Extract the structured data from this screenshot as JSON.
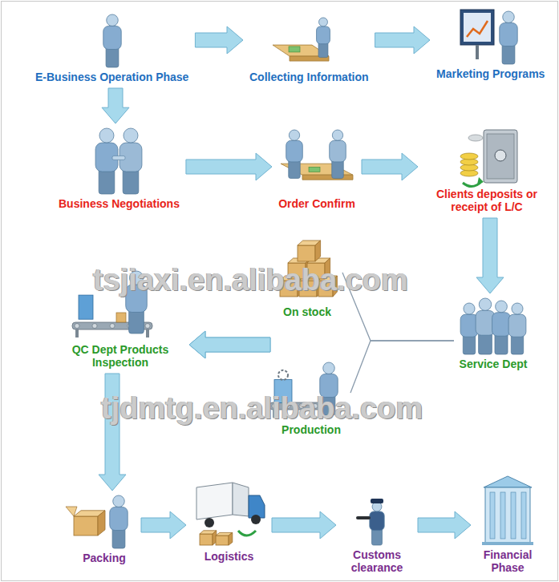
{
  "diagram": {
    "nodes": [
      {
        "text": [
          "E-Business Operation Phase"
        ]
      },
      {
        "text": [
          "Collecting Information"
        ]
      },
      {
        "text": [
          "Marketing Programs"
        ]
      },
      {
        "text": [
          "Business Negotiations"
        ]
      },
      {
        "text": [
          "Order Confirm"
        ]
      },
      {
        "text": [
          "Clients deposits or receipt of L/C"
        ]
      },
      {
        "text": [
          "On stock"
        ]
      },
      {
        "text": [
          "QC Dept Products Inspection"
        ]
      },
      {
        "text": [
          "Service Dept"
        ]
      },
      {
        "text": [
          "Production"
        ]
      },
      {
        "text": [
          "Packing"
        ]
      },
      {
        "text": [
          "Logistics"
        ]
      },
      {
        "text": [
          "Customs clearance"
        ]
      },
      {
        "text": [
          "Financial Phase"
        ]
      }
    ],
    "edges": [
      {
        "from": 0,
        "to": 1,
        "arrow": "to"
      },
      {
        "from": 1,
        "to": 2,
        "arrow": "to"
      },
      {
        "from": 0,
        "to": 3,
        "arrow": "to"
      },
      {
        "from": 3,
        "to": 4,
        "arrow": "to"
      },
      {
        "from": 4,
        "to": 5,
        "arrow": "to"
      },
      {
        "from": 5,
        "to": 8,
        "arrow": "to"
      },
      {
        "from": 8,
        "to": 6,
        "arrow": "none"
      },
      {
        "from": 8,
        "to": 9,
        "arrow": "none"
      },
      {
        "from": 6,
        "to": 7,
        "arrow": "to"
      },
      {
        "from": 9,
        "to": 7,
        "arrow": "to"
      },
      {
        "from": 7,
        "to": 10,
        "arrow": "to"
      },
      {
        "from": 10,
        "to": 11,
        "arrow": "to"
      },
      {
        "from": 11,
        "to": 12,
        "arrow": "to"
      },
      {
        "from": 12,
        "to": 13,
        "arrow": "to"
      }
    ],
    "labels": [
      "tsjiaxi.en.alibaba.com",
      "tjdmtg.en.alibaba.com"
    ]
  }
}
